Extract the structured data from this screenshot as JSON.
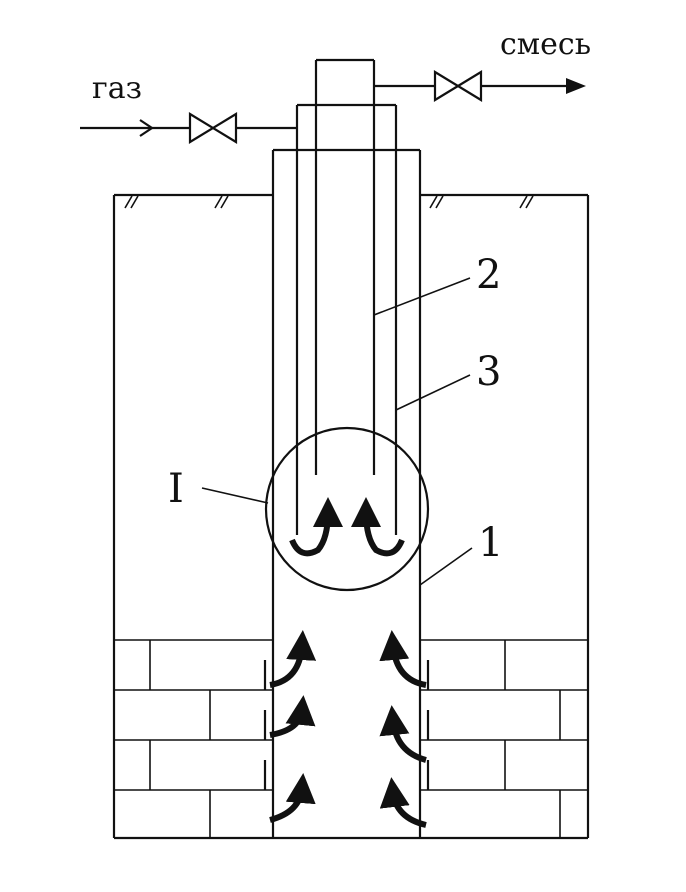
{
  "labels": {
    "gas_inlet": "газ",
    "mixture_outlet": "смесь",
    "callout_1": "1",
    "callout_2": "2",
    "callout_3": "3",
    "detail_I": "I"
  }
}
